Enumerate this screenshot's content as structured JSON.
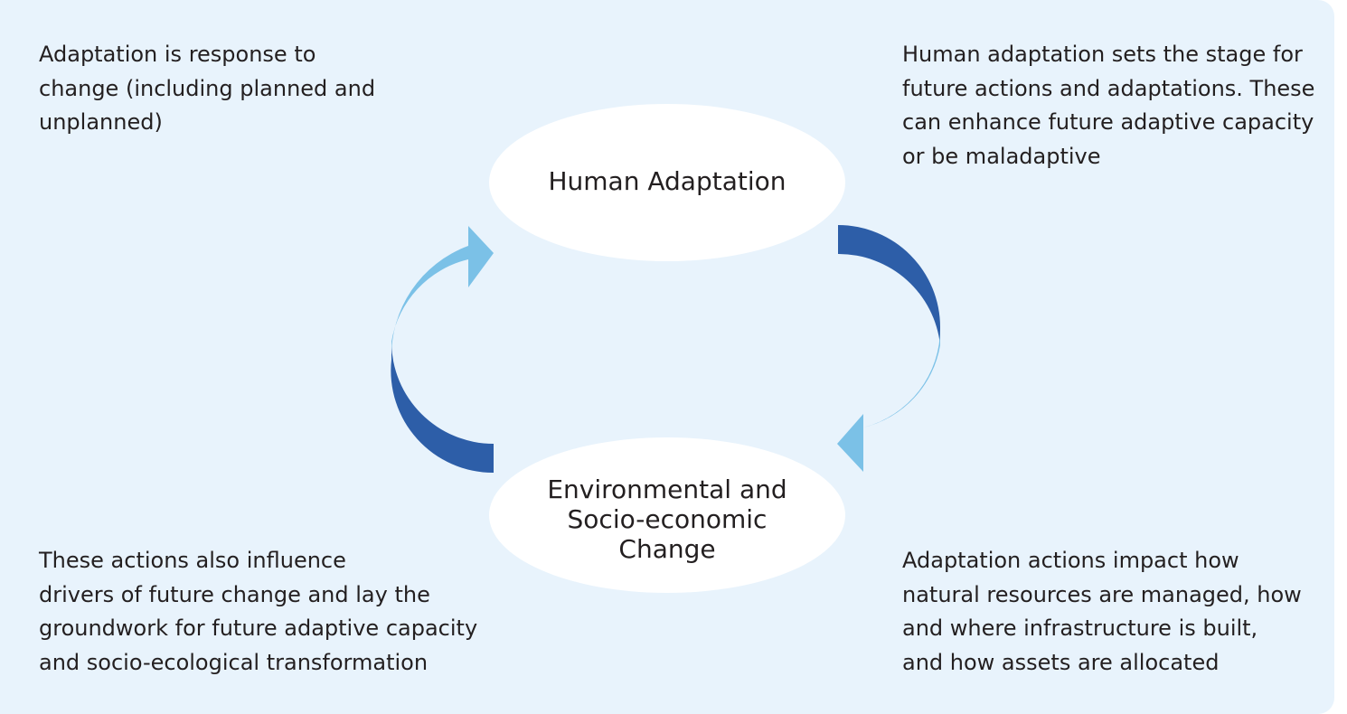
{
  "diagram": {
    "nodes": [
      {
        "id": "human-adaptation",
        "label": "Human Adaptation"
      },
      {
        "id": "environmental-change",
        "label": "Environmental and\nSocio-economic\nChange"
      }
    ],
    "notes": {
      "top_left": "Adaptation is response to\nchange (including planned and\nunplanned)",
      "top_right": "Human adaptation sets the stage for\nfuture actions and adaptations. These\ncan enhance future adaptive capacity\nor be maladaptive",
      "bottom_left": "These actions also influence\ndrivers of future change and lay the\ngroundwork for future adaptive capacity\nand socio-ecological transformation",
      "bottom_right": "Adaptation actions impact how\nnatural resources are managed, how\nand where infrastructure is built,\nand how assets are allocated"
    },
    "colors": {
      "background": "#e8f3fc",
      "node_fill": "#ffffff",
      "arrow_dark": "#2d5ea8",
      "arrow_light": "#7bc1e7",
      "text": "#231f20"
    }
  }
}
